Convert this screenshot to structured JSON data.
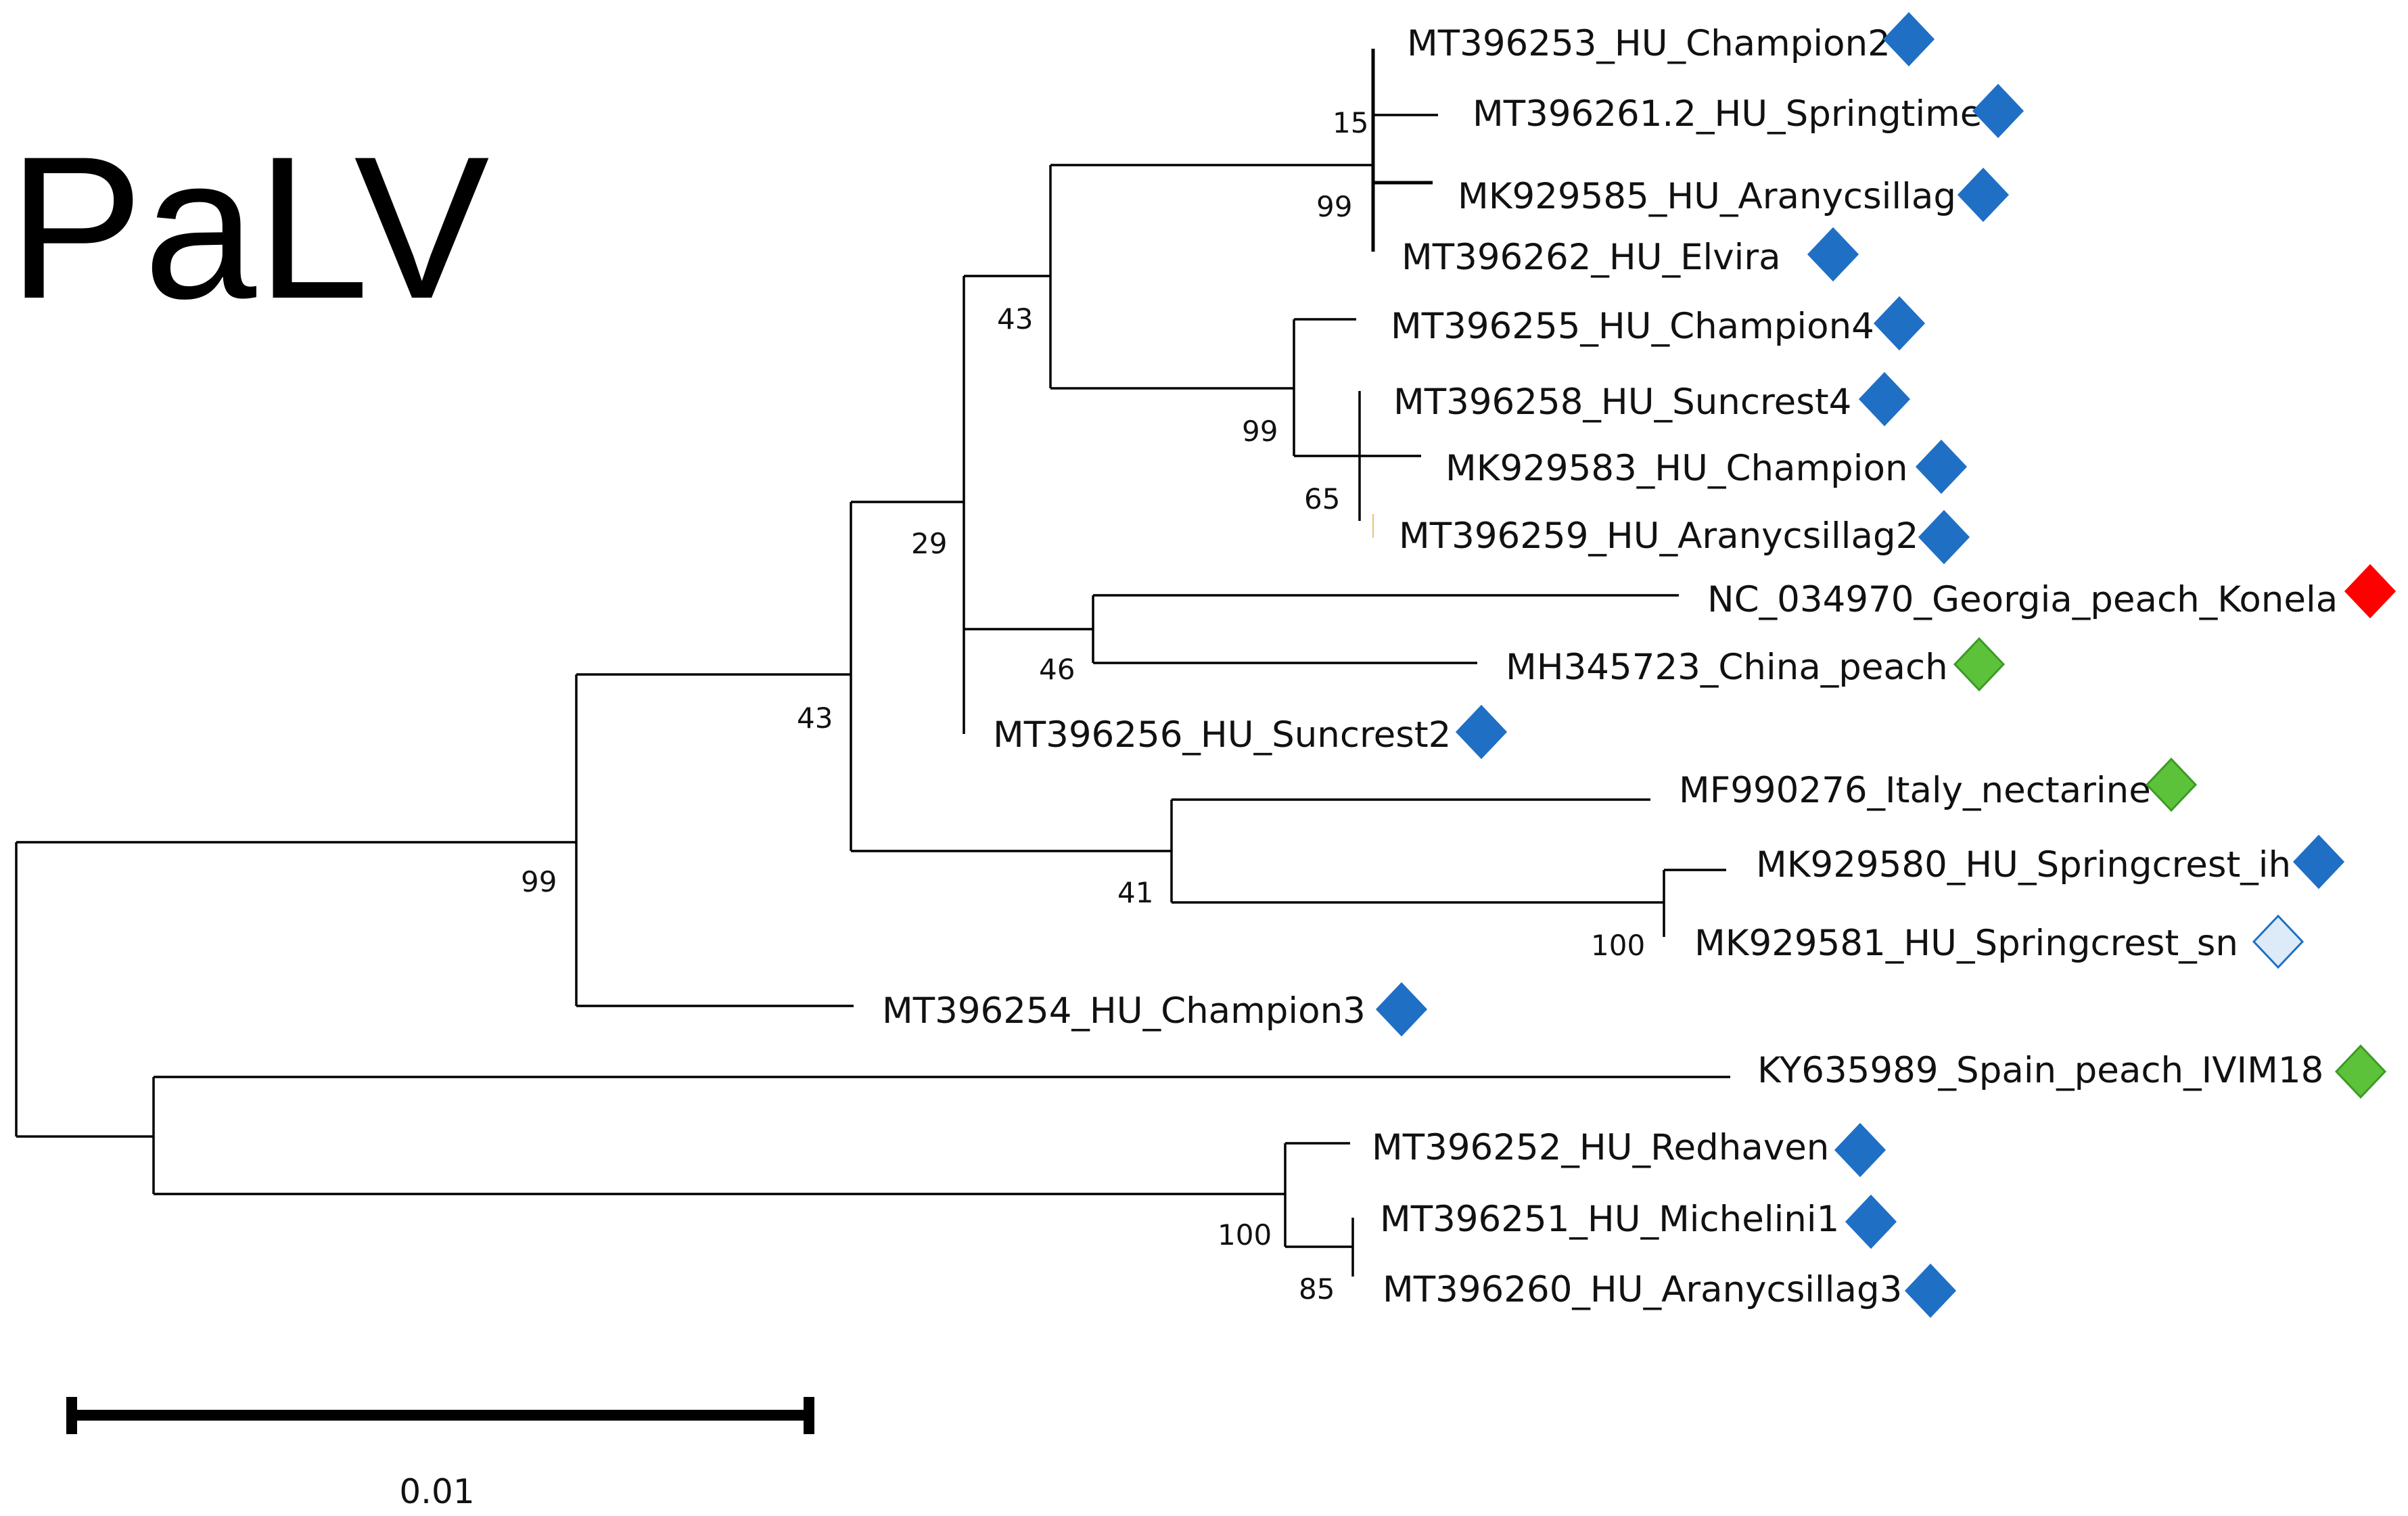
{
  "title": "PaLV",
  "scale_bar": {
    "label": "0.01"
  },
  "colors": {
    "hungary": "#1f6fc5",
    "georgia": "#ff0000",
    "reference": "#5cc23a",
    "hungary_light": "#dcebf7"
  },
  "leaves": [
    {
      "id": "l1",
      "label": "MT396253_HU_Champion2",
      "marker": "hungary"
    },
    {
      "id": "l2",
      "label": "MT396261.2_HU_Springtime",
      "marker": "hungary"
    },
    {
      "id": "l3",
      "label": "MK929585_HU_Aranycsillag",
      "marker": "hungary"
    },
    {
      "id": "l4",
      "label": "MT396262_HU_Elvira",
      "marker": "hungary"
    },
    {
      "id": "l5",
      "label": "MT396255_HU_Champion4",
      "marker": "hungary"
    },
    {
      "id": "l6",
      "label": "MT396258_HU_Suncrest4",
      "marker": "hungary"
    },
    {
      "id": "l7",
      "label": "MK929583_HU_Champion",
      "marker": "hungary"
    },
    {
      "id": "l8",
      "label": "MT396259_HU_Aranycsillag2",
      "marker": "hungary"
    },
    {
      "id": "l9",
      "label": "NC_034970_Georgia_peach_Konela",
      "marker": "georgia"
    },
    {
      "id": "l10",
      "label": "MH345723_China_peach",
      "marker": "reference"
    },
    {
      "id": "l11",
      "label": "MT396256_HU_Suncrest2",
      "marker": "hungary"
    },
    {
      "id": "l12",
      "label": "MF990276_Italy_nectarine",
      "marker": "reference"
    },
    {
      "id": "l13",
      "label": "MK929580_HU_Springcrest_ih",
      "marker": "hungary"
    },
    {
      "id": "l14",
      "label": "MK929581_HU_Springcrest_sn",
      "marker": "hungary_light"
    },
    {
      "id": "l15",
      "label": "MT396254_HU_Champion3",
      "marker": "hungary"
    },
    {
      "id": "l16",
      "label": "KY635989_Spain_peach_IVIM18",
      "marker": "reference"
    },
    {
      "id": "l17",
      "label": "MT396252_HU_Redhaven",
      "marker": "hungary"
    },
    {
      "id": "l18",
      "label": "MT396251_HU_Michelini1",
      "marker": "hungary"
    },
    {
      "id": "l19",
      "label": "MT396260_HU_Aranycsillag3",
      "marker": "hungary"
    }
  ],
  "bootstrap": [
    {
      "id": "b_root_main",
      "value": "99"
    },
    {
      "id": "b_43_outer",
      "value": "43"
    },
    {
      "id": "b_29",
      "value": "29"
    },
    {
      "id": "b_43_inner",
      "value": "43"
    },
    {
      "id": "b_99_top",
      "value": "99"
    },
    {
      "id": "b_15",
      "value": "15"
    },
    {
      "id": "b_99_mid",
      "value": "99"
    },
    {
      "id": "b_65",
      "value": "65"
    },
    {
      "id": "b_46",
      "value": "46"
    },
    {
      "id": "b_41",
      "value": "41"
    },
    {
      "id": "b_100_spring",
      "value": "100"
    },
    {
      "id": "b_100_red",
      "value": "100"
    },
    {
      "id": "b_85",
      "value": "85"
    }
  ]
}
